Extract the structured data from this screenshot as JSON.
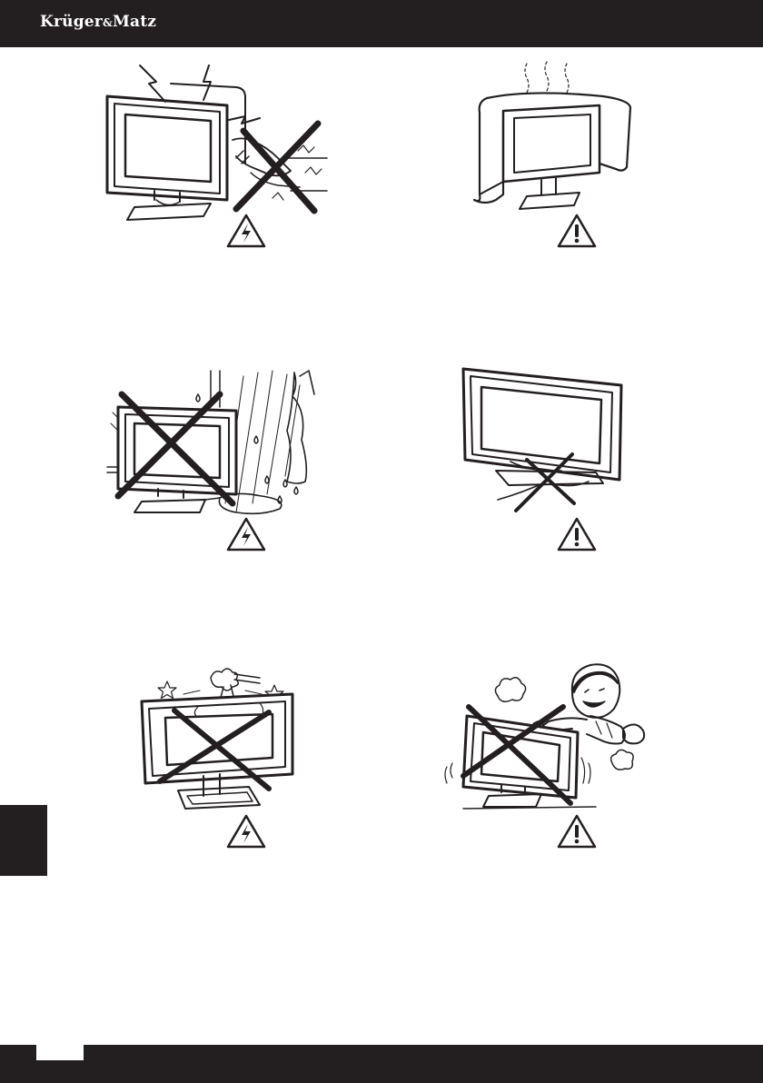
{
  "header": {
    "brand_main": "Krüger",
    "brand_amp": "&",
    "brand_end": "Matz"
  },
  "colors": {
    "bar": "#231f20",
    "ink": "#231f20",
    "paper": "#ffffff"
  },
  "illustrations": [
    {
      "id": "lightning-socket",
      "warning": "electric-shock-icon",
      "crossed": true
    },
    {
      "id": "covered-vents",
      "warning": "caution-icon",
      "crossed": false
    },
    {
      "id": "rain-moisture",
      "warning": "electric-shock-icon",
      "crossed": true
    },
    {
      "id": "damaged-cord",
      "warning": "caution-icon",
      "crossed": true
    },
    {
      "id": "objects-on-top",
      "warning": "electric-shock-icon",
      "crossed": true
    },
    {
      "id": "child-pushing",
      "warning": "caution-icon",
      "crossed": true
    }
  ]
}
